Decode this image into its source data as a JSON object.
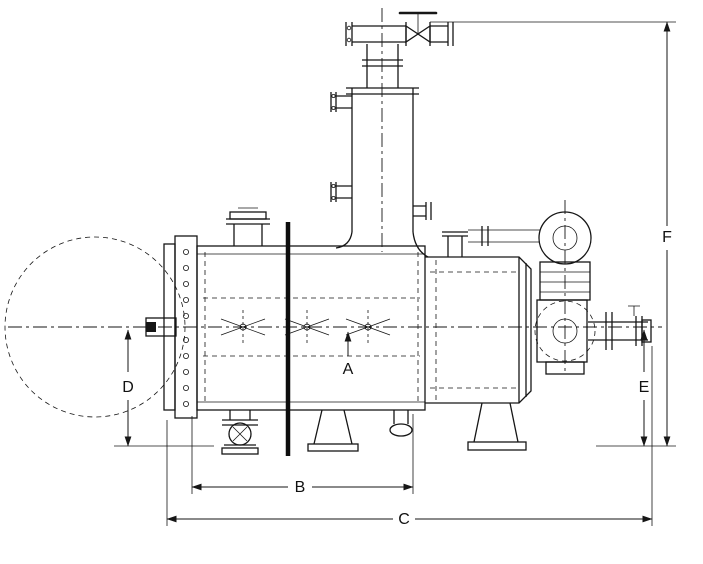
{
  "colors": {
    "line": "#161616",
    "background": "#ffffff"
  },
  "drawing": {
    "kind": "technical-line-drawing"
  },
  "dimension_labels": {
    "a": "A",
    "b": "B",
    "c": "C",
    "d": "D",
    "e": "E",
    "f": "F"
  }
}
